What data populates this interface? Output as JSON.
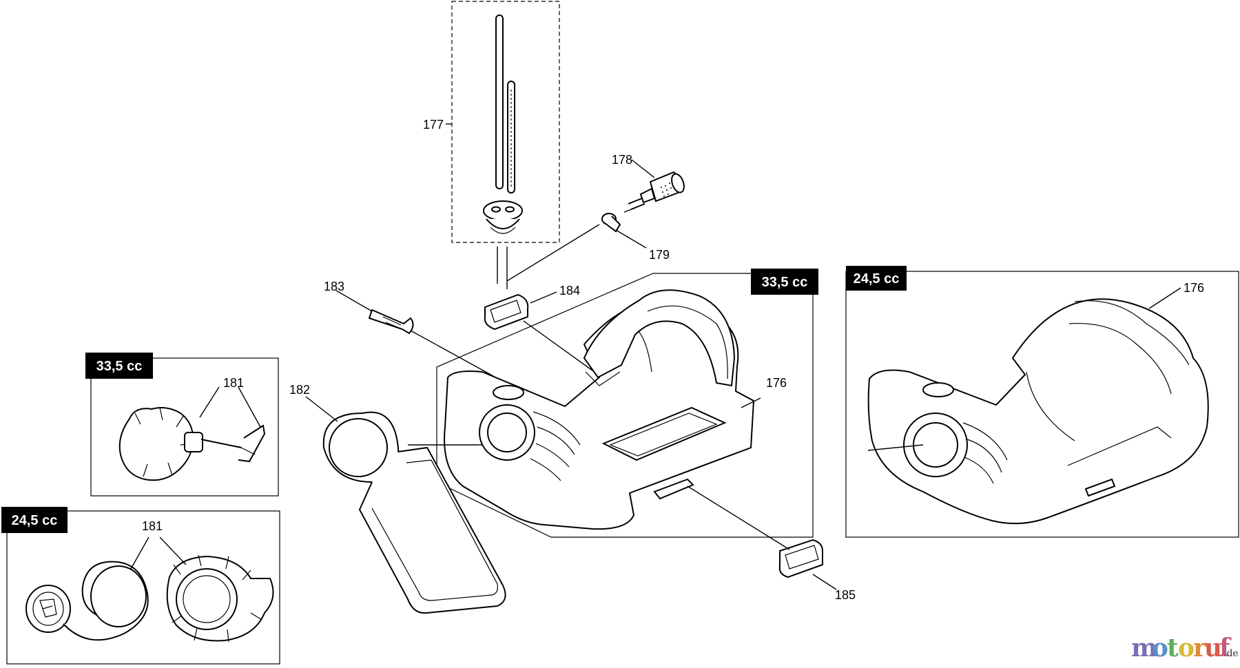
{
  "diagram": {
    "tags": {
      "main_tank": "33,5 cc",
      "alt_tank": "24,5 cc",
      "cap_large": "33,5 cc",
      "cap_small": "24,5 cc"
    },
    "labels": {
      "p177": "177",
      "p178": "178",
      "p179": "179",
      "p183": "183",
      "p184": "184",
      "p182": "182",
      "p176_main": "176",
      "p176_alt": "176",
      "p181_large": "181",
      "p181_small": "181",
      "p185": "185"
    },
    "watermark": {
      "m": "m",
      "o1": "o",
      "t": "t",
      "o2": "o",
      "r": "r",
      "u": "u",
      "f": "f",
      "suffix": ".de"
    }
  }
}
